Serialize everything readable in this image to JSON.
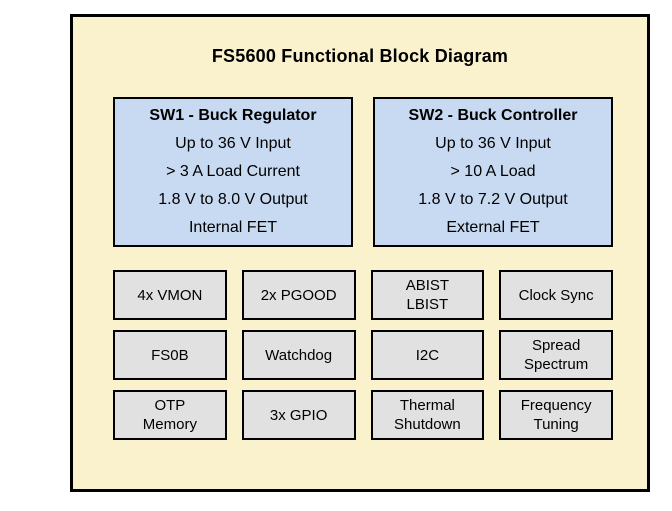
{
  "title": "FS5600 Functional Block Diagram",
  "colors": {
    "page_background": "#ffffff",
    "canvas_background": "#faf1cd",
    "feature_block_fill": "#c8daf1",
    "function_block_fill": "#e1e1e1",
    "border": "#000000"
  },
  "feature_blocks": [
    {
      "title": "SW1 - Buck Regulator",
      "lines": [
        "Up to 36 V Input",
        "> 3 A Load Current",
        "1.8 V to 8.0 V Output",
        "Internal FET"
      ]
    },
    {
      "title": "SW2 - Buck Controller",
      "lines": [
        "Up to 36 V Input",
        "> 10 A Load",
        "1.8 V to 7.2 V Output",
        "External FET"
      ]
    }
  ],
  "blocks": [
    [
      [
        "4x VMON"
      ],
      [
        "2x PGOOD"
      ],
      [
        "ABIST",
        "LBIST"
      ],
      [
        "Clock Sync"
      ]
    ],
    [
      [
        "FS0B"
      ],
      [
        "Watchdog"
      ],
      [
        "I2C"
      ],
      [
        "Spread",
        "Spectrum"
      ]
    ],
    [
      [
        "OTP",
        "Memory"
      ],
      [
        "3x GPIO"
      ],
      [
        "Thermal",
        "Shutdown"
      ],
      [
        "Frequency",
        "Tuning"
      ]
    ]
  ]
}
